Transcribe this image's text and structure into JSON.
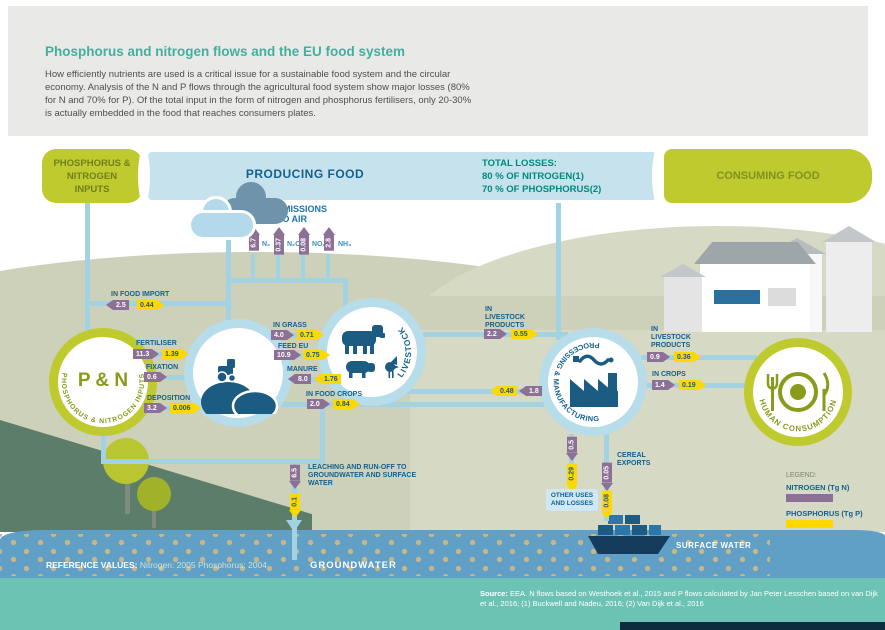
{
  "header": {
    "title": "Phosphorus and nitrogen flows and the EU food system",
    "body": "How efficiently nutrients are used is a critical issue for a sustainable food system and the circular economy. Analysis of the N and P flows through the agricultural food system show major losses (80% for N and 70% for P). Of the total input in the form of nitrogen and phosphorus fertilisers, only 20-30% is actually embedded in the food that reaches consumers plates."
  },
  "banner": {
    "inputs_label": "PHOSPHORUS & NITROGEN INPUTS",
    "producing_label": "PRODUCING FOOD",
    "losses_line1": "TOTAL LOSSES:",
    "losses_line2": "80 % OF NITROGEN(1)",
    "losses_line3": "70 % OF PHOSPHORUS(2)",
    "consuming_label": "CONSUMING FOOD"
  },
  "emissions": {
    "label": "EMISSIONS TO AIR",
    "items": [
      {
        "value": "6.7",
        "gas": "N₂"
      },
      {
        "value": "0.37",
        "gas": "N₂O"
      },
      {
        "value": "0.08",
        "gas": "NOₓ"
      },
      {
        "value": "2.8",
        "gas": "NH₃"
      }
    ]
  },
  "nodes": {
    "pn_center": "P & N",
    "pn_ring": "PHOSPHORUS & NITROGEN INPUTS",
    "crops": "CROPS",
    "livestock": "LIVESTOCK",
    "processing": "PROCESSING & MANUFACTURING",
    "consumption": "HUMAN CONSUMPTION"
  },
  "flows": {
    "food_import": {
      "label": "IN FOOD IMPORT",
      "n": "2.5",
      "p": "0.44"
    },
    "fertiliser": {
      "label": "FERTILISER",
      "n": "11.3",
      "p": "1.39"
    },
    "fixation": {
      "label": "FIXATION",
      "n": "0.6"
    },
    "deposition": {
      "label": "DEPOSITION",
      "n": "3.2",
      "p": "0.006"
    },
    "in_grass": {
      "label": "IN GRASS",
      "n": "4.0",
      "p": "0.71"
    },
    "feed_eu": {
      "label": "FEED EU",
      "n": "10.9",
      "p": "0.75"
    },
    "manure": {
      "label": "MANURE",
      "n": "8.0",
      "p": "1.76"
    },
    "in_food_crops": {
      "label": "IN FOOD CROPS",
      "n": "2.0",
      "p": "0.84"
    },
    "livestock_products_to_processing": {
      "label": "IN LIVESTOCK PRODUCTS",
      "n": "2.2",
      "p": "0.55"
    },
    "processing_return": {
      "n": "1.8",
      "p": "0.48"
    },
    "livestock_products_to_consumption": {
      "label": "IN LIVESTOCK PRODUCTS",
      "n": "0.9",
      "p": "0.36"
    },
    "in_crops": {
      "label": "IN CROPS",
      "n": "1.4",
      "p": "0.19"
    },
    "leaching": {
      "label": "LEACHING AND RUN-OFF TO GROUNDWATER AND SURFACE WATER",
      "n": "6.5",
      "p": "0.1"
    },
    "other_uses": {
      "label": "OTHER USES AND LOSSES",
      "n": "0.5",
      "p": "0.29"
    },
    "cereal_exports": {
      "label": "CEREAL EXPORTS",
      "n": "0.05",
      "p": "0.08"
    }
  },
  "labels": {
    "groundwater": "GROUNDWATER",
    "surface_water": "SURFACE WATER",
    "reference_bold": "REFERENCE VALUES:",
    "reference_rest": " Nitrogen: 2005 Phosphorus: 2004"
  },
  "legend": {
    "title": "LEGEND:",
    "nitrogen": "NITROGEN (Tg N)",
    "phosphorus": "PHOSPHORUS (Tg P)"
  },
  "source": {
    "bold": "Source:",
    "text": " EEA. N flows based on Westhoek et al., 2015 and P flows calculated by Jan Peter Lesschen based on van Dijk et al., 2016; (1) Buckwell and Nadeu, 2016; (2) Van Dijk et al., 2016"
  },
  "colors": {
    "nitrogen": "#8c7095",
    "phosphorus": "#ffd800",
    "accent_teal": "#43af9f",
    "flow_line": "#a3d2e2"
  }
}
